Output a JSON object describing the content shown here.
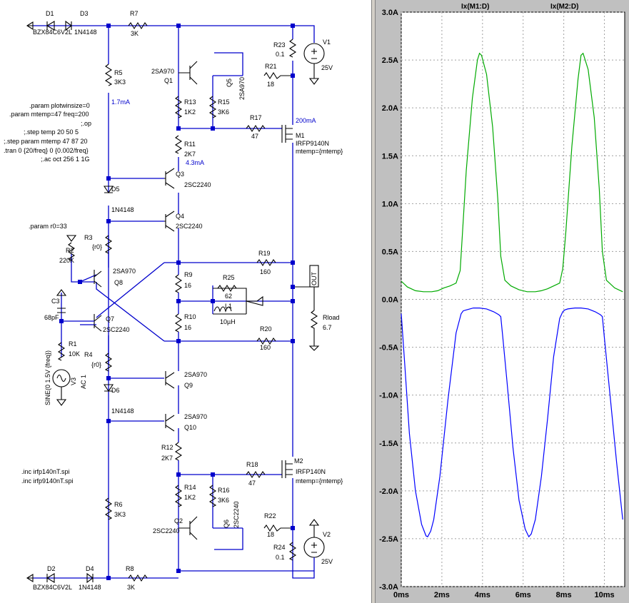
{
  "schematic": {
    "labels": {
      "D1": "D1",
      "D1v": "BZX84C6V2L",
      "D3": "D3",
      "D3v": "1N4148",
      "R7": "R7",
      "R7v": "3K",
      "R5": "R5",
      "R5v": "3K3",
      "i1": "1.7mA",
      "Q1": "Q1",
      "Q1v": "2SA970",
      "R13": "R13",
      "R13v": "1K2",
      "R15": "R15",
      "R15v": "3K6",
      "Q5": "Q5",
      "Q5v": "2SA970",
      "R21": "R21",
      "R21v": "18",
      "R23": "R23",
      "R23v": "0.1",
      "V1": "V1",
      "V1v": "25V",
      "R17": "R17",
      "R17v": "47",
      "i2": "200mA",
      "M1": "M1",
      "M1v": "IRFP9140N",
      "M1p": "mtemp={mtemp}",
      "R11": "R11",
      "R11v": "2K7",
      "i3": "4.3mA",
      "Q3": "Q3",
      "Q3v": "2SC2240",
      "D5": "D5",
      "D5v": "1N4148",
      "Q4": "Q4",
      "Q4v": "2SC2240",
      "p1": ".param plotwinsize=0",
      "p2": ".param mtemp=47 freq=200",
      "p3": ";.op",
      "p4": ";.step temp 20 50 5",
      "p5": ";.step param mtemp 47 87 20",
      "p6": ".tran 0 {20/freq} 0 {0.002/freq}",
      "p7": ";.ac oct 256 1 1G",
      "p8": ".param r0=33",
      "R3": "R3",
      "R3v": "{r0}",
      "R2": "R2",
      "R2v": "220K",
      "Q8": "Q8",
      "Q8v": "2SA970",
      "C3": "C3",
      "C3v": "68pF",
      "Q7": "Q7",
      "Q7v": "2SC2240",
      "R4": "R4",
      "R4v": "{r0}",
      "R1": "R1",
      "R1v": "10K",
      "V3": "V3",
      "V3v": "AC 1",
      "V3s": "SINE(0 1.5V {freq})",
      "R19": "R19",
      "R19v": "160",
      "R9": "R9",
      "R9v": "16",
      "R25": "R25",
      "R25v": "62",
      "L1": "L1",
      "L1v": "10µH",
      "R10": "R10",
      "R10v": "16",
      "R20": "R20",
      "R20v": "160",
      "OUT": "OUT",
      "Rload": "Rload",
      "Rloadv": "6.7",
      "Q9": "Q9",
      "Q9v": "2SA970",
      "D6": "D6",
      "D6v": "1N4148",
      "Q10": "Q10",
      "Q10v": "2SA970",
      "R12": "R12",
      "R12v": "2K7",
      "M2": "M2",
      "M2v": "IRFP140N",
      "M2p": "mtemp={mtemp}",
      "R18": "R18",
      "R18v": "47",
      "R14": "R14",
      "R14v": "1K2",
      "R16": "R16",
      "R16v": "3K6",
      "Q6": "Q6",
      "Q6v": "2SC2240",
      "R22": "R22",
      "R22v": "18",
      "R24": "R24",
      "R24v": "0.1",
      "V2": "V2",
      "V2v": "25V",
      "Q2": "Q2",
      "Q2v": "2SC2240",
      "R6": "R6",
      "R6v": "3K3",
      "D2": "D2",
      "D2v": "BZX84C6V2L",
      "D4": "D4",
      "D4v": "1N4148",
      "R8": "R8",
      "R8v": "3K",
      "inc1": ".inc irfp140nT.spi",
      "inc2": ".inc irfp9140nT.spi"
    }
  },
  "chart_data": {
    "type": "line",
    "series": [
      {
        "name": "Ix(M1:D)",
        "color": "#0000ff",
        "x": [
          0.0,
          0.18,
          0.4,
          0.7,
          1.0,
          1.22,
          1.3,
          1.45,
          1.6,
          1.9,
          2.3,
          2.7,
          2.95,
          3.05,
          3.2,
          3.55,
          3.85,
          4.2,
          4.55,
          4.8,
          4.9,
          5.0,
          5.2,
          5.5,
          5.8,
          6.1,
          6.28,
          6.4,
          6.6,
          6.9,
          7.2,
          7.5,
          7.8,
          7.95,
          8.05,
          8.2,
          8.55,
          8.85,
          9.2,
          9.55,
          9.8,
          9.9,
          10.0,
          10.3,
          10.6,
          10.9
        ],
        "y": [
          -0.15,
          -0.7,
          -1.4,
          -2.0,
          -2.35,
          -2.47,
          -2.48,
          -2.42,
          -2.3,
          -1.85,
          -1.05,
          -0.35,
          -0.15,
          -0.12,
          -0.11,
          -0.09,
          -0.09,
          -0.1,
          -0.13,
          -0.16,
          -0.18,
          -0.4,
          -0.85,
          -1.55,
          -2.1,
          -2.4,
          -2.48,
          -2.45,
          -2.3,
          -1.85,
          -1.25,
          -0.6,
          -0.2,
          -0.13,
          -0.11,
          -0.1,
          -0.09,
          -0.09,
          -0.1,
          -0.13,
          -0.16,
          -0.18,
          -0.4,
          -1.05,
          -1.7,
          -2.3
        ]
      },
      {
        "name": "Ix(M2:D)",
        "color": "#00aa00",
        "x": [
          0.0,
          0.3,
          0.7,
          1.1,
          1.3,
          1.5,
          1.8,
          2.1,
          2.4,
          2.7,
          2.9,
          3.0,
          3.2,
          3.5,
          3.75,
          3.85,
          3.95,
          4.2,
          4.5,
          4.75,
          4.9,
          5.1,
          5.4,
          5.8,
          6.2,
          6.6,
          6.9,
          7.2,
          7.5,
          7.8,
          7.95,
          8.1,
          8.4,
          8.7,
          8.85,
          8.95,
          9.2,
          9.5,
          9.75,
          9.9,
          10.1,
          10.5,
          10.9
        ],
        "y": [
          0.19,
          0.13,
          0.09,
          0.08,
          0.08,
          0.08,
          0.09,
          0.12,
          0.14,
          0.17,
          0.3,
          0.65,
          1.35,
          2.1,
          2.5,
          2.57,
          2.55,
          2.35,
          1.8,
          1.05,
          0.45,
          0.2,
          0.14,
          0.1,
          0.08,
          0.08,
          0.09,
          0.11,
          0.14,
          0.17,
          0.32,
          0.7,
          1.6,
          2.3,
          2.55,
          2.57,
          2.4,
          1.9,
          1.15,
          0.5,
          0.2,
          0.12,
          0.08
        ]
      }
    ],
    "xticks": [
      "0ms",
      "2ms",
      "4ms",
      "6ms",
      "8ms",
      "10ms"
    ],
    "yticks": [
      "3.0A",
      "2.5A",
      "2.0A",
      "1.5A",
      "1.0A",
      "0.5A",
      "0.0A",
      "-0.5A",
      "-1.0A",
      "-1.5A",
      "-2.0A",
      "-2.5A",
      "-3.0A"
    ],
    "xlim": [
      0,
      11
    ],
    "ylim": [
      -3.0,
      3.0
    ],
    "grid": true
  }
}
